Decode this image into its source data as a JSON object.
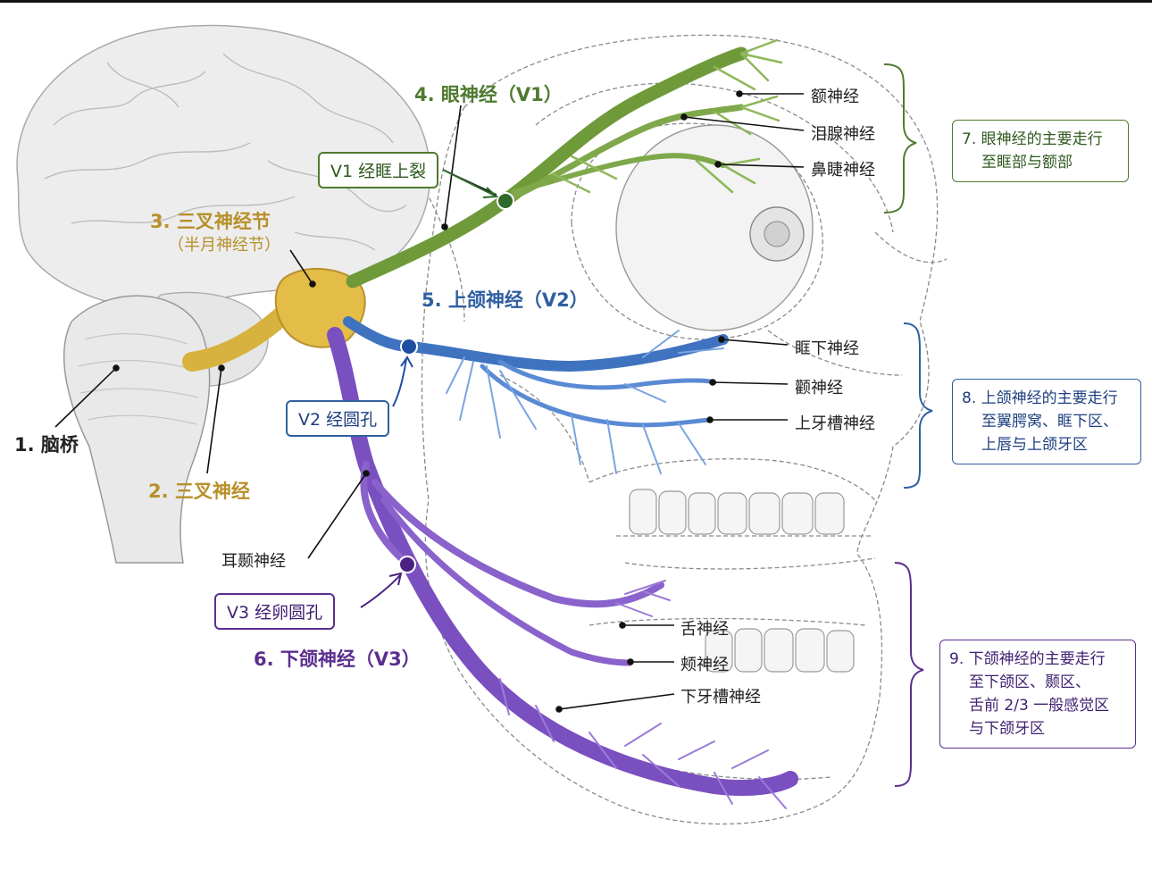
{
  "colors": {
    "ophthalmic": "#4f7a2f",
    "maxillary": "#2f5fa0",
    "mandibular": "#5b2f8f",
    "ganglion": "#b8902a",
    "text_dark": "#222222",
    "line": "#111111"
  },
  "labels": {
    "pons": "1. 脑桥",
    "trigeminal_nerve": "2. 三叉神经",
    "ganglion_title": "3. 三叉神经节",
    "ganglion_sub": "（半月神经节）",
    "v1_title": "4. 眼神经（V1）",
    "v2_title": "5. 上颌神经（V2）",
    "v3_title": "6. 下颌神经（V3）"
  },
  "foramen_boxes": {
    "v1": "V1 经眶上裂",
    "v2": "V2 经圆孔",
    "v3": "V3 经卵圆孔"
  },
  "branches": {
    "v1": [
      "额神经",
      "泪腺神经",
      "鼻睫神经"
    ],
    "v2": [
      "眶下神经",
      "颧神经",
      "上牙槽神经"
    ],
    "v3": [
      "舌神经",
      "颊神经",
      "下牙槽神经"
    ],
    "auriculotemporal": "耳颞神经"
  },
  "summaries": {
    "v1": [
      "7. 眼神经的主要走行",
      "至眶部与额部"
    ],
    "v2": [
      "8. 上颌神经的主要走行",
      "至翼腭窝、眶下区、",
      "上唇与上颌牙区"
    ],
    "v3": [
      "9. 下颌神经的主要走行",
      "至下颌区、颞区、",
      "舌前 2/3 一般感觉区",
      "与下颌牙区"
    ]
  }
}
